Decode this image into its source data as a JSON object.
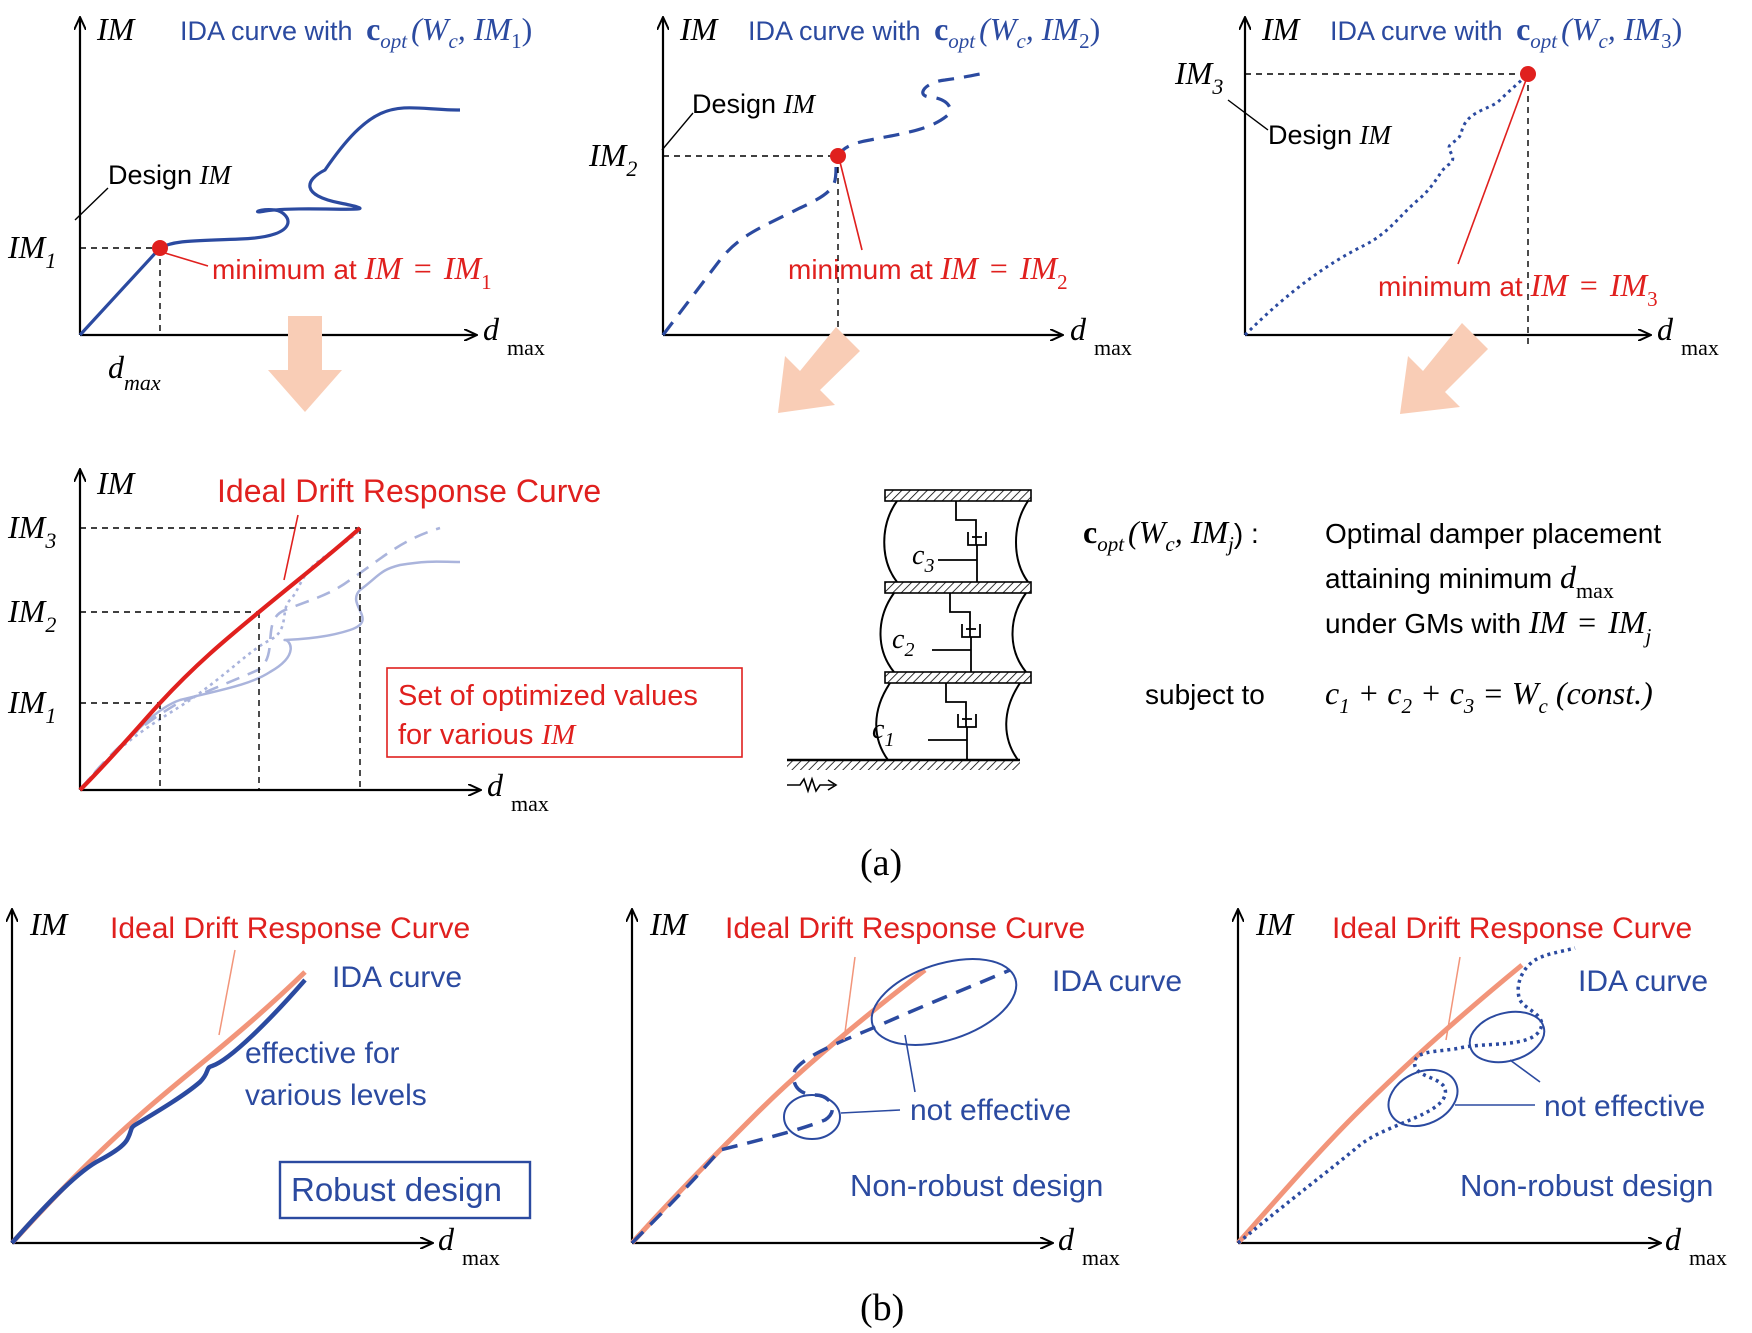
{
  "colors": {
    "blue": "#2b4aa0",
    "red": "#e0201e",
    "salmon": "#f2957a",
    "arrow": "#f9cdb6",
    "lightblue": "#aab4dc"
  },
  "panel_a": {
    "p1": {
      "axis_y": "IM",
      "axis_x": "d",
      "axis_x_sub": "max",
      "title_prefix": "IDA curve with",
      "title_c": "c",
      "title_sub": "opt",
      "title_args": "(W",
      "title_wsub": "c",
      "title_im": ", IM",
      "title_imsub": "1",
      "title_close": ")",
      "tick_im": "IM",
      "tick_im_sub": "1",
      "tick_d": "d",
      "tick_d_sub": "max",
      "design_label": "Design ",
      "design_label_it": "IM",
      "min_label": "minimum at ",
      "min_im": "IM",
      "min_eq": "=",
      "min_im2": "IM",
      "min_sub": "1"
    },
    "p2": {
      "axis_y": "IM",
      "axis_x": "d",
      "axis_x_sub": "max",
      "title_prefix": "IDA curve with",
      "title_c": "c",
      "title_sub": "opt",
      "title_args": "(W",
      "title_wsub": "c",
      "title_im": ", IM",
      "title_imsub": "2",
      "title_close": ")",
      "tick_im": "IM",
      "tick_im_sub": "2",
      "design_label": "Design ",
      "design_label_it": "IM",
      "min_label": "minimum at ",
      "min_im": "IM",
      "min_eq": "=",
      "min_im2": "IM",
      "min_sub": "2"
    },
    "p3": {
      "axis_y": "IM",
      "axis_x": "d",
      "axis_x_sub": "max",
      "title_prefix": "IDA curve with",
      "title_c": "c",
      "title_sub": "opt",
      "title_args": "(W",
      "title_wsub": "c",
      "title_im": ", IM",
      "title_imsub": "3",
      "title_close": ")",
      "tick_im": "IM",
      "tick_im_sub": "3",
      "design_label": "Design ",
      "design_label_it": "IM",
      "min_label": "minimum at ",
      "min_im": "IM",
      "min_eq": "=",
      "min_im2": "IM",
      "min_sub": "3"
    },
    "p4": {
      "axis_y": "IM",
      "axis_x": "d",
      "axis_x_sub": "max",
      "title": "Ideal Drift Response Curve",
      "ticks": [
        {
          "im": "IM",
          "sub": "3"
        },
        {
          "im": "IM",
          "sub": "2"
        },
        {
          "im": "IM",
          "sub": "1"
        }
      ],
      "box_line1": "Set of optimized values",
      "box_line2": "for various ",
      "box_line2_it": "IM"
    },
    "building": {
      "c3": "c",
      "c3_sub": "3",
      "c2": "c",
      "c2_sub": "2",
      "c1": "c",
      "c1_sub": "1"
    },
    "definition": {
      "c": "c",
      "c_sub": "opt",
      "args": "(W",
      "args_sub": "c",
      "args_im": ", IM",
      "args_imsub": "j",
      "args_close": ") :",
      "line1": "Optimal damper placement",
      "line2": "attaining minimum ",
      "line2_d": "d",
      "line2_sub": "max",
      "line3": "under GMs with ",
      "line3_im": "IM",
      "line3_eq": "=",
      "line3_im2": "IM",
      "line3_sub": "j",
      "subject": "subject to",
      "constraint_c1": "c",
      "constraint_s1": "1",
      "constraint_plus1": "+",
      "constraint_c2": "c",
      "constraint_s2": "2",
      "constraint_plus2": "+",
      "constraint_c3": "c",
      "constraint_s3": "3",
      "constraint_eq": "=",
      "constraint_w": "W",
      "constraint_wsub": "c",
      "constraint_const": "(const.)"
    },
    "caption": "(a)"
  },
  "panel_b": {
    "p1": {
      "axis_y": "IM",
      "axis_x": "d",
      "axis_x_sub": "max",
      "ideal_label": "Ideal Drift Response Curve",
      "ida_label": "IDA curve",
      "effective_line1": "effective for",
      "effective_line2": "various levels",
      "design_label": "Robust design"
    },
    "p2": {
      "axis_y": "IM",
      "axis_x": "d",
      "axis_x_sub": "max",
      "ideal_label": "Ideal Drift Response Curve",
      "ida_label": "IDA curve",
      "not_effective": "not effective",
      "design_label": "Non-robust design"
    },
    "p3": {
      "axis_y": "IM",
      "axis_x": "d",
      "axis_x_sub": "max",
      "ideal_label": "Ideal Drift Response Curve",
      "ida_label": "IDA curve",
      "not_effective": "not effective",
      "design_label": "Non-robust design"
    },
    "caption": "(b)"
  }
}
